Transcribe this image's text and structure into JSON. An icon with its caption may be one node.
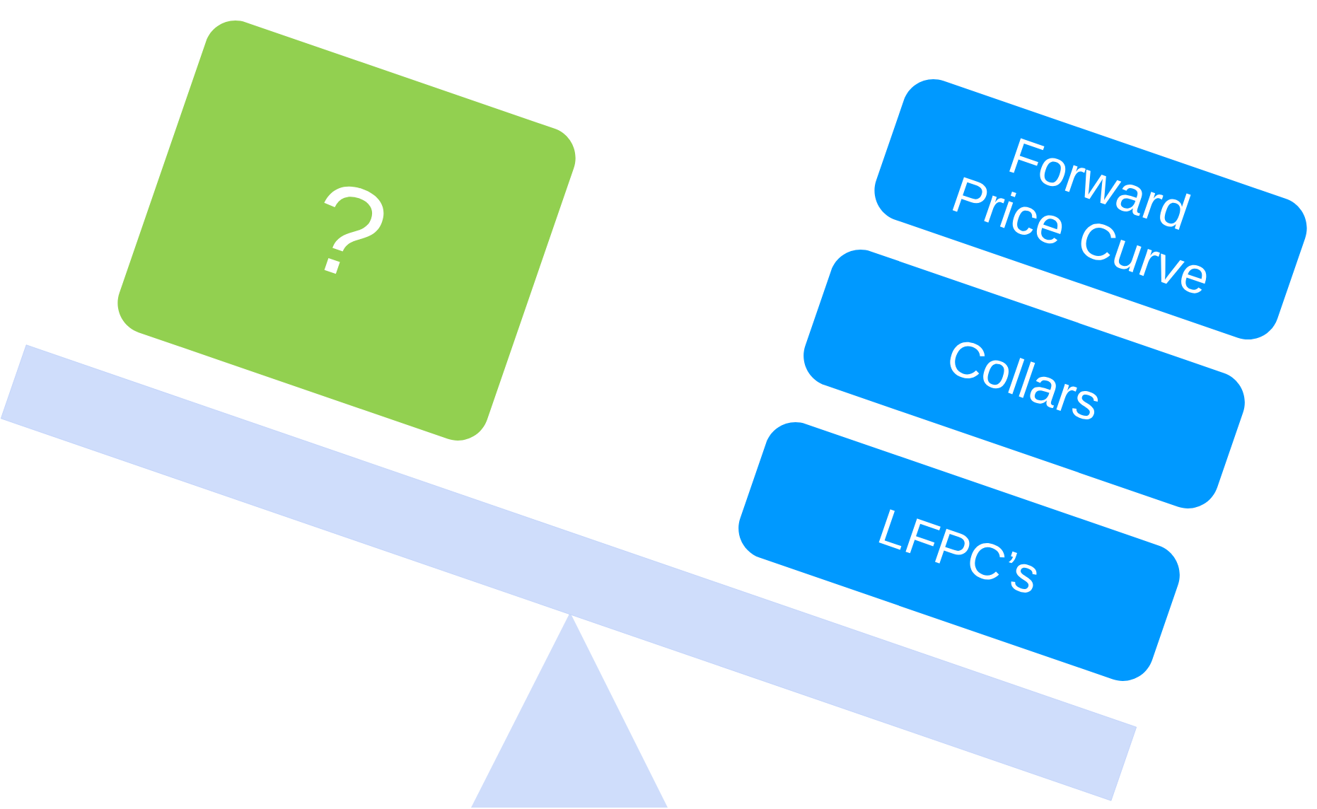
{
  "diagram": {
    "nodes": [
      {
        "text": [
          "?"
        ]
      },
      {
        "text": [
          "Forward Price Curve"
        ]
      },
      {
        "text": [
          "Collars"
        ]
      },
      {
        "text": [
          "LFPC’s"
        ]
      }
    ]
  }
}
